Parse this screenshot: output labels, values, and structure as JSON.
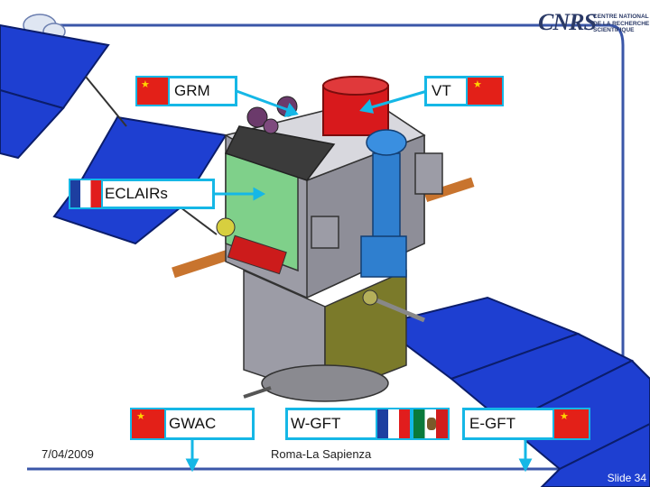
{
  "labels": {
    "grm": "GRM",
    "vt": "VT",
    "eclairs": "ECLAIRs",
    "gwac": "GWAC",
    "wgft": "W-GFT",
    "egft": "E-GFT"
  },
  "footer": {
    "date": "7/04/2009",
    "venue": "Roma-La Sapienza",
    "slide": "Slide 34"
  },
  "logo": {
    "mark": "CNRS",
    "line1": "CENTRE NATIONAL",
    "line2": "DE LA RECHERCHE",
    "line3": "SCIENTIFIQUE"
  },
  "icons": [
    "china-flag-icon",
    "france-flag-icon",
    "mexico-flag-icon",
    "cloud-logo-icon"
  ],
  "colors": {
    "accent": "#15b7e6",
    "frame": "#3a56a8",
    "panel": "#1e3fd1",
    "bus_gray": "#9c9ca6",
    "bus_olive": "#7b7a2a",
    "boom": "#c8742e",
    "radiator_green": "#7fd08a",
    "vt_red": "#d8191c",
    "wgft_blue": "#2f7fcf"
  }
}
